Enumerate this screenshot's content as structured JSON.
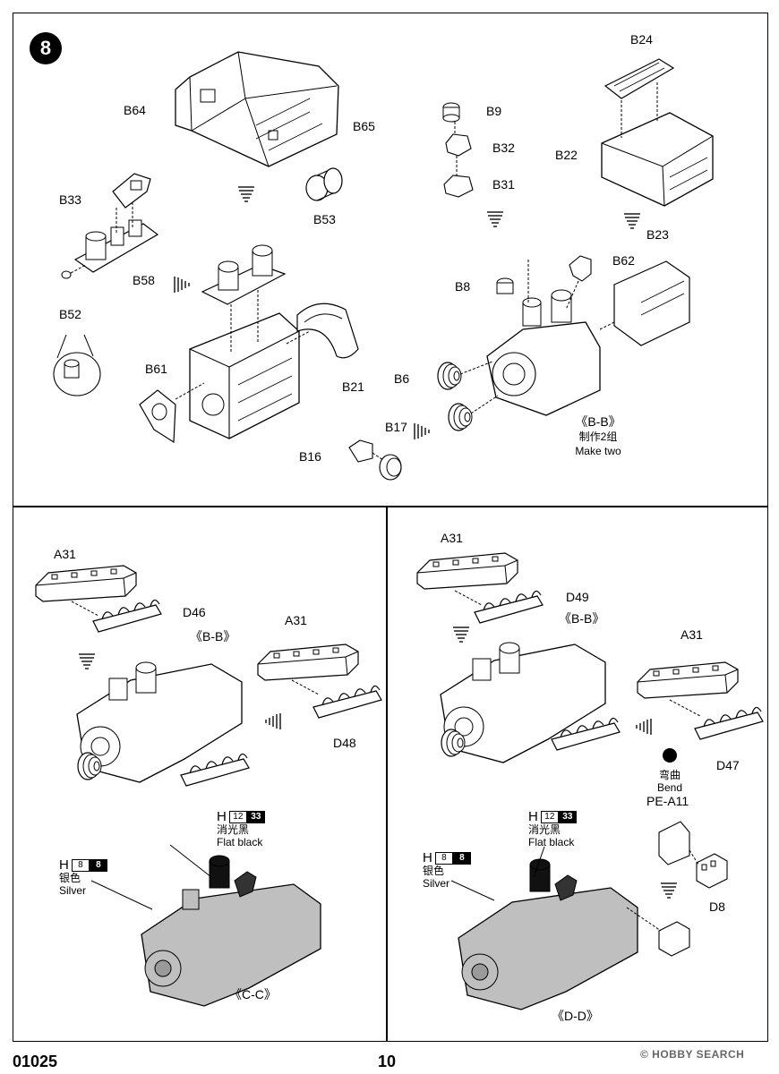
{
  "step": {
    "number": "8"
  },
  "panel_top": {
    "labels": {
      "B64": "B64",
      "B65": "B65",
      "B53": "B53",
      "B33": "B33",
      "B58": "B58",
      "B52": "B52",
      "B61": "B61",
      "B21": "B21",
      "B9": "B9",
      "B32": "B32",
      "B31": "B31",
      "B24": "B24",
      "B22": "B22",
      "B23": "B23",
      "B62": "B62",
      "B8": "B8",
      "B6": "B6",
      "B17": "B17",
      "B16": "B16"
    },
    "subassembly": "《B-B》",
    "make_two_cn": "制作2组",
    "make_two_en": "Make two"
  },
  "panel_left": {
    "labels": {
      "A31a": "A31",
      "D46": "D46",
      "A31b": "A31",
      "D48": "D48"
    },
    "ref_bb": "《B-B》",
    "paint_flat_black": {
      "letter": "H",
      "code": "12",
      "mr": "33",
      "cn": "消光黑",
      "en": "Flat black"
    },
    "paint_silver": {
      "letter": "H",
      "code": "8",
      "mr": "8",
      "cn": "银色",
      "en": "Silver"
    },
    "subassembly": "《C-C》"
  },
  "panel_right": {
    "labels": {
      "A31a": "A31",
      "D49": "D49",
      "A31b": "A31",
      "D47": "D47",
      "PEA11": "PE-A11",
      "D8": "D8"
    },
    "ref_bb": "《B-B》",
    "bend_cn": "弯曲",
    "bend_en": "Bend",
    "paint_flat_black": {
      "letter": "H",
      "code": "12",
      "mr": "33",
      "cn": "消光黑",
      "en": "Flat black"
    },
    "paint_silver": {
      "letter": "H",
      "code": "8",
      "mr": "8",
      "cn": "银色",
      "en": "Silver"
    },
    "subassembly": "《D-D》"
  },
  "footer": {
    "code": "01025",
    "page": "10",
    "watermark": "© HOBBY SEARCH"
  },
  "colors": {
    "line": "#000000",
    "part_fill": "#ffffff",
    "painted_grey": "#bfbfbf",
    "flat_black": "#111111"
  }
}
